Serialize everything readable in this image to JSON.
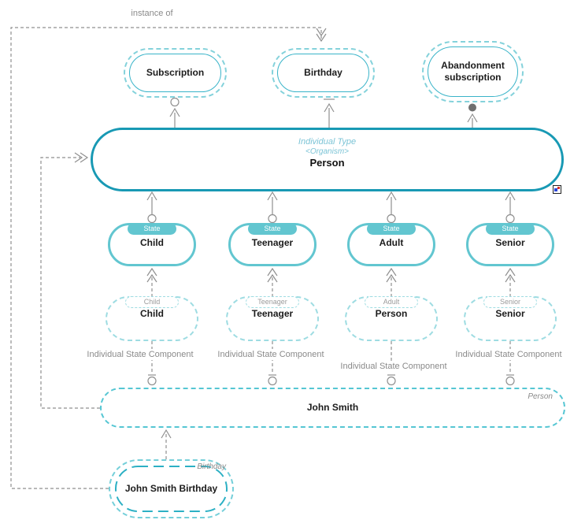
{
  "canvas": {
    "instance_of_label": "instance of",
    "colors": {
      "person_border": "#1899b4",
      "state_teal": "#62c6d0",
      "light_teal_dash": "#9edce2",
      "type_node_border": "#3ab4c9",
      "type_node_dash": "#84d2db",
      "john_smith_dash": "#55c6d3",
      "jsb_inner_dash": "#2cb0c4",
      "connector_gray": "#8f8f8f",
      "stereotype_text": "#7cc4d6",
      "label_gray": "#8a8a8a"
    },
    "type_nodes": [
      {
        "label": "Subscription"
      },
      {
        "label": "Birthday"
      },
      {
        "label": "Abandonment subscription"
      }
    ],
    "person": {
      "stereotype": "Individual Type",
      "classifier": "<Organism>",
      "label": "Person"
    },
    "states": [
      {
        "badge": "State",
        "label": "Child"
      },
      {
        "badge": "State",
        "label": "Teenager"
      },
      {
        "badge": "State",
        "label": "Adult"
      },
      {
        "badge": "State",
        "label": "Senior"
      }
    ],
    "individuals": [
      {
        "badge": "Child",
        "label": "Child"
      },
      {
        "badge": "Teenager",
        "label": "Teenager"
      },
      {
        "badge": "Adult",
        "label": "Person"
      },
      {
        "badge": "Senior",
        "label": "Senior"
      }
    ],
    "component_label": "Individual State Component",
    "john_smith": {
      "corner_label": "Person",
      "label": "John Smith"
    },
    "john_smith_birthday": {
      "corner_label": "Birthday",
      "label": "John Smith Birthday"
    }
  }
}
